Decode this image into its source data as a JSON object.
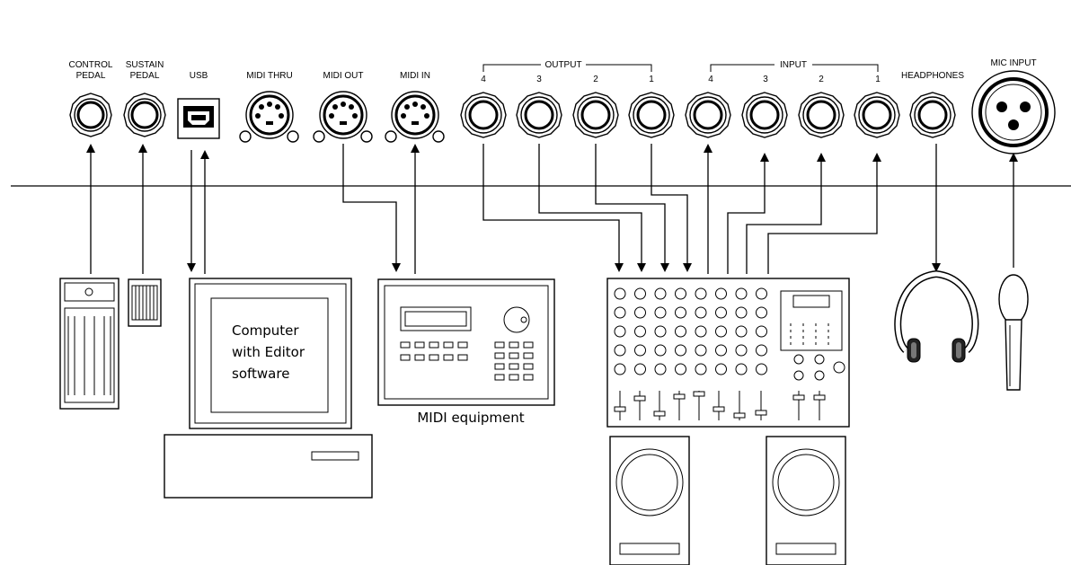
{
  "panel": {
    "control_pedal_l1": "CONTROL",
    "control_pedal_l2": "PEDAL",
    "sustain_pedal_l1": "SUSTAIN",
    "sustain_pedal_l2": "PEDAL",
    "usb": "USB",
    "midi_thru": "MIDI THRU",
    "midi_out": "MIDI OUT",
    "midi_in": "MIDI IN",
    "output_group": "OUTPUT",
    "input_group": "INPUT",
    "headphones": "HEADPHONES",
    "mic_input": "MIC INPUT",
    "output_numbers": [
      "4",
      "3",
      "2",
      "1"
    ],
    "input_numbers": [
      "4",
      "3",
      "2",
      "1"
    ]
  },
  "devices": {
    "computer_l1": "Computer",
    "computer_l2": "with Editor",
    "computer_l3": "software",
    "midi_equipment": "MIDI equipment"
  }
}
